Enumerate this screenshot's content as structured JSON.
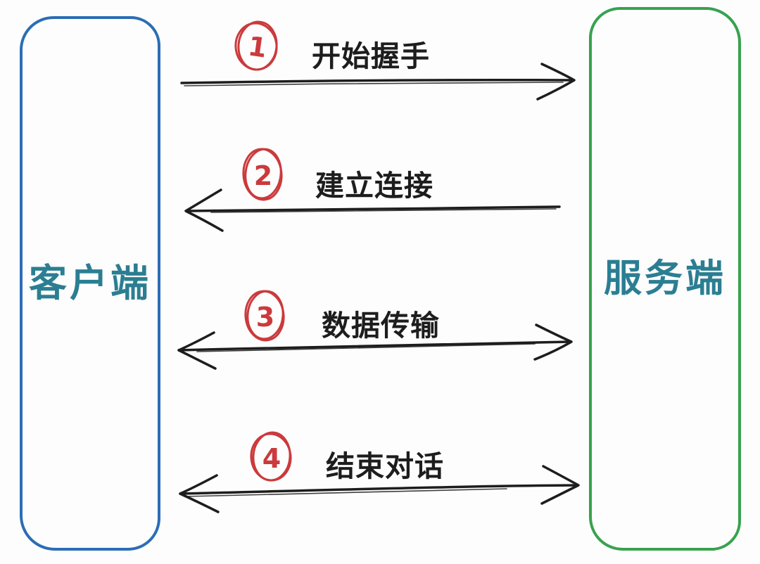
{
  "diagram": {
    "type": "sequence",
    "actors": {
      "client": {
        "label": "客户端",
        "border_color": "#2b6db6",
        "text_color": "#2b7e92"
      },
      "server": {
        "label": "服务端",
        "border_color": "#38a24e",
        "text_color": "#2b7e92"
      }
    },
    "messages": [
      {
        "step": "1",
        "label": "开始握手",
        "direction": "right",
        "from": "client",
        "to": "server"
      },
      {
        "step": "2",
        "label": "建立连接",
        "direction": "left",
        "from": "server",
        "to": "client"
      },
      {
        "step": "3",
        "label": "数据传输",
        "direction": "both",
        "from": "client",
        "to": "server"
      },
      {
        "step": "4",
        "label": "结束对话",
        "direction": "both",
        "from": "client",
        "to": "server"
      }
    ],
    "colors": {
      "step_badge": "#cb3a3c",
      "arrow": "#1d1d1d",
      "background": "#fdfdfd"
    }
  }
}
